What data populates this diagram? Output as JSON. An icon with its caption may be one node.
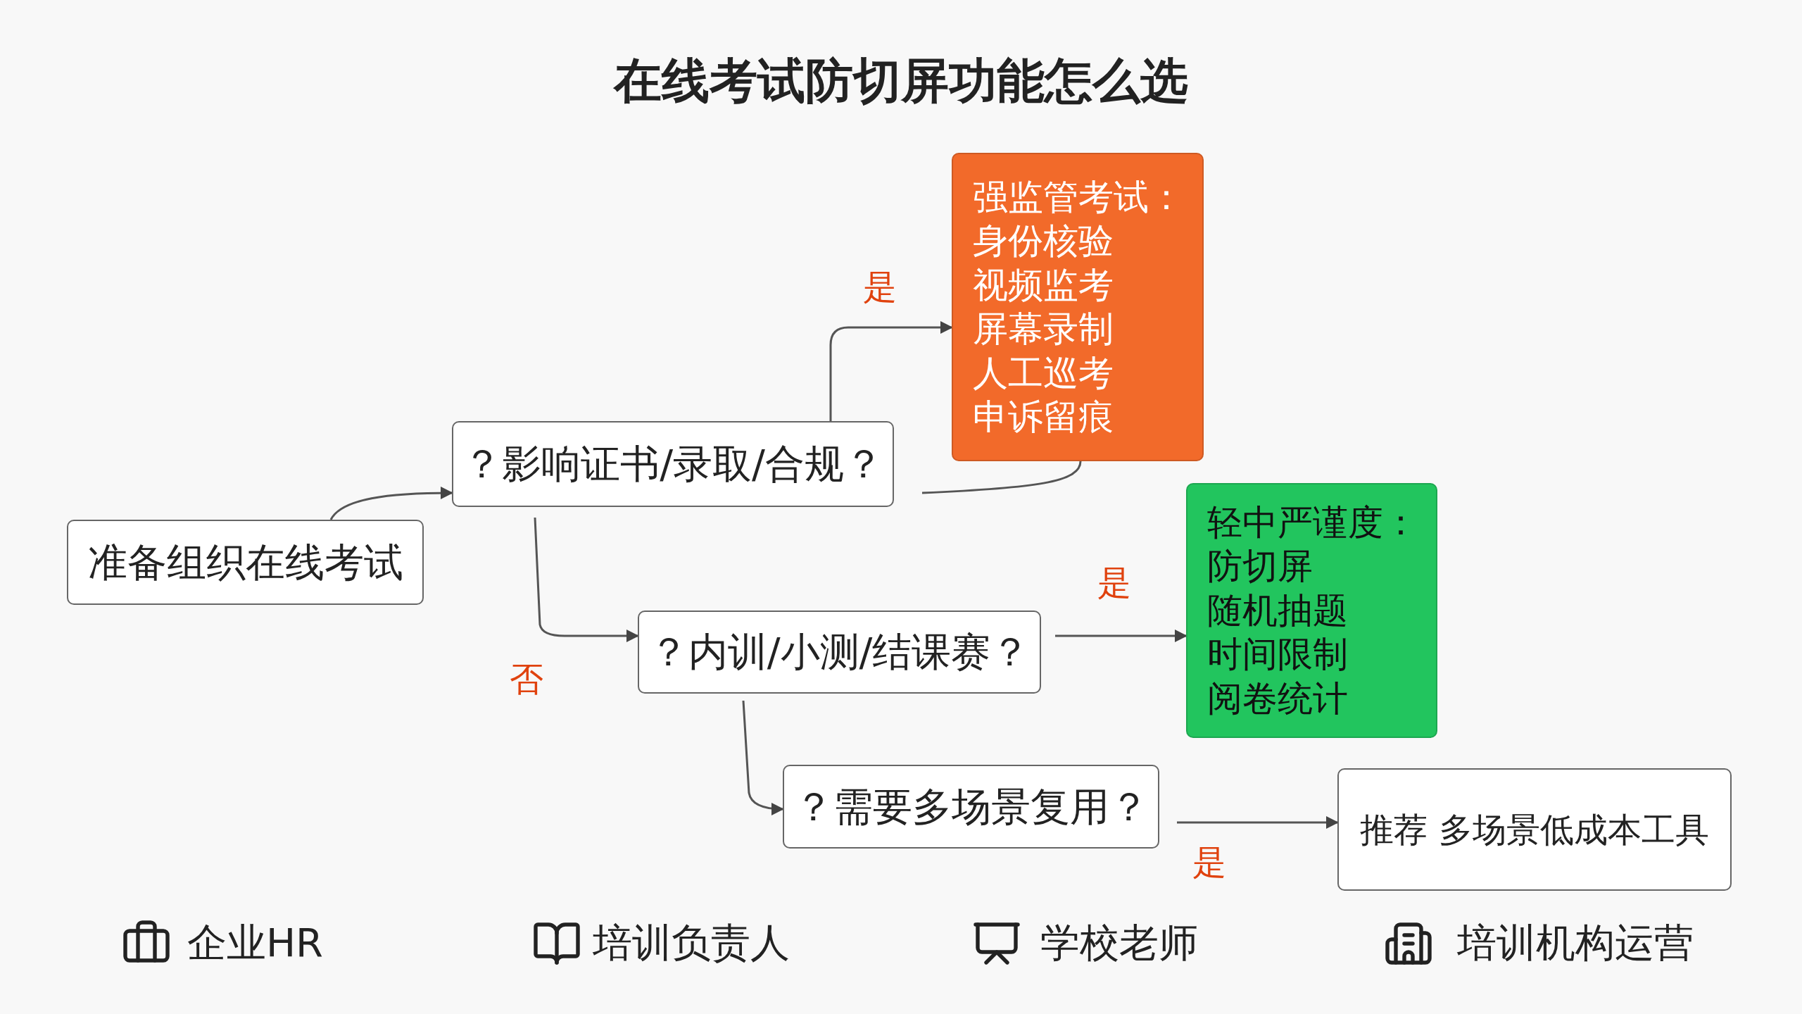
{
  "diagram": {
    "title": "在线考试防切屏功能怎么选",
    "nodes": [
      {
        "text": [
          "准备组织在线考试"
        ]
      },
      {
        "text": [
          "？影响证书/录取/合规？"
        ]
      },
      {
        "text": [
          "强监管考试：",
          "身份核验",
          "视频监考",
          "屏幕录制",
          "人工巡考",
          "申诉留痕"
        ]
      },
      {
        "text": [
          "？内训/小测/结课赛？"
        ]
      },
      {
        "text": [
          "轻中严谨度：",
          "防切屏",
          "随机抽题",
          "时间限制",
          "阅卷统计"
        ]
      },
      {
        "text": [
          "？需要多场景复用？"
        ]
      },
      {
        "text": [
          "推荐 多场景低成本工具"
        ]
      }
    ],
    "edges": [
      {
        "from": 0,
        "to": 1,
        "arrow": "to"
      },
      {
        "from": 1,
        "to": 2,
        "arrow": "to",
        "label": "是"
      },
      {
        "from": 1,
        "to": 2,
        "arrow": "none"
      },
      {
        "from": 1,
        "to": 3,
        "arrow": "to",
        "label": "否"
      },
      {
        "from": 3,
        "to": 4,
        "arrow": "to",
        "label": "是"
      },
      {
        "from": 3,
        "to": 5,
        "arrow": "to"
      },
      {
        "from": 5,
        "to": 6,
        "arrow": "to",
        "label": "是"
      }
    ],
    "labels": [
      "企业HR",
      "培训负责人",
      "学校老师",
      "培训机构运营"
    ]
  }
}
